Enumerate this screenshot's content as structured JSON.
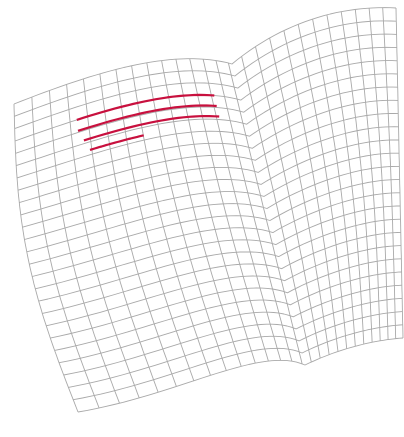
{
  "figure": {
    "description_free": true,
    "background_color": "#ffffff",
    "grid_color": "#a9a9a9",
    "highlight_color": "#c8103e",
    "grid_rows": 25,
    "grid_columns": 26,
    "highlighted_text_lines": 4
  }
}
